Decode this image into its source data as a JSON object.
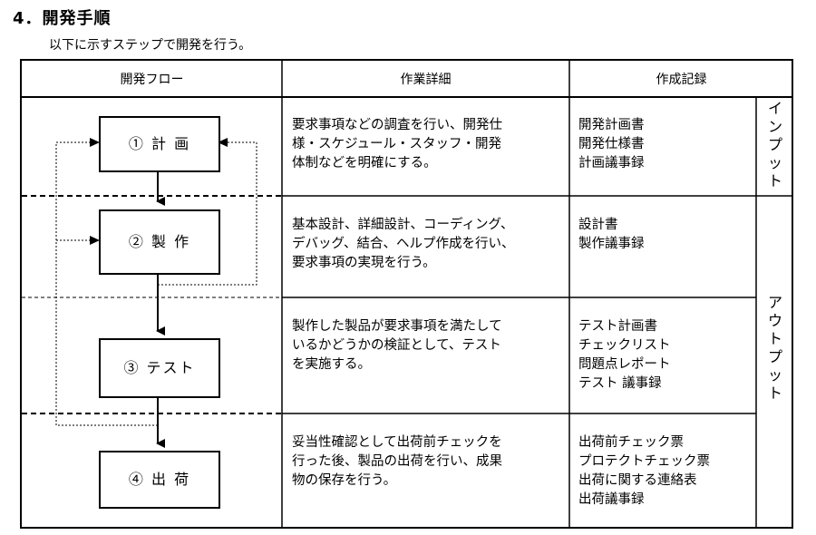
{
  "section": {
    "heading": "4．開発手順",
    "intro": "以下に示すステップで開発を行う。"
  },
  "table": {
    "headers": [
      "開発フロー",
      "作業詳細",
      "作成記録"
    ],
    "steps": [
      {
        "label": "① 計 画",
        "detail": [
          "要求事項などの調査を行い、開発仕",
          "様・スケジュール・スタッフ・開発",
          "体制などを明確にする。"
        ],
        "records": [
          "開発計画書",
          "開発仕様書",
          "計画議事録"
        ]
      },
      {
        "label": "② 製 作",
        "detail": [
          "基本設計、詳細設計、コーディング、",
          "デバッグ、結合、ヘルプ作成を行い、",
          "要求事項の実現を行う。"
        ],
        "records": [
          "設計書",
          "製作議事録"
        ]
      },
      {
        "label": "③ テスト",
        "detail": [
          "製作した製品が要求事項を満たして",
          "いるかどうかの検証として、テスト",
          "を実施する。"
        ],
        "records": [
          "テスト計画書",
          "チェックリスト",
          "問題点レポート",
          "テスト 議事録"
        ]
      },
      {
        "label": "④ 出 荷",
        "detail": [
          "妥当性確認として出荷前チェックを",
          "行った後、製品の出荷を行い、成果",
          "物の保存を行う。"
        ],
        "records": [
          "出荷前チェック票",
          "プロテクトチェック票",
          "出荷に関する連絡表",
          "出荷議事録"
        ]
      }
    ],
    "side_labels": {
      "input": [
        "イ",
        "ン",
        "プ",
        "ッ",
        "ト"
      ],
      "output": [
        "ア",
        "ウ",
        "ト",
        "プ",
        "ッ",
        "ト"
      ]
    }
  }
}
